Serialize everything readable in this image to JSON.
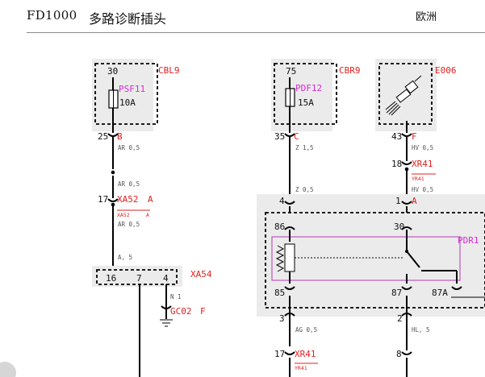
{
  "header": {
    "code": "FD1000",
    "title": "多路诊断插头",
    "region": "欧洲"
  },
  "components": {
    "cbl9": {
      "name": "CBL9",
      "pin_top": "30",
      "fuse": "PSF11",
      "rating": "10A",
      "pin_bottom": "25",
      "pin_bottom_letter": "B"
    },
    "cbr9": {
      "name": "CBR9",
      "pin_top": "75",
      "fuse": "PDF12",
      "rating": "15A",
      "pin_bottom": "35",
      "pin_bottom_letter": "C"
    },
    "e006": {
      "name": "E006",
      "pin_bottom": "43",
      "pin_bottom_letter": "F"
    },
    "xa52": {
      "pin": "17",
      "name": "XA52",
      "letter": "A",
      "sub": "XA52",
      "sub_letter": "A"
    },
    "xa54": {
      "name": "XA54",
      "pins": [
        "16",
        "7",
        "4"
      ]
    },
    "gc02": {
      "name": "GC02",
      "letter": "F"
    },
    "xr41_top": {
      "pin": "18",
      "name": "XR41",
      "sub": "YR41"
    },
    "xr41_bottom": {
      "pin": "17",
      "name": "XR41",
      "sub": "YR41"
    },
    "pdr1": {
      "name": "PDR1",
      "pins": [
        "86",
        "30",
        "85",
        "87",
        "87A"
      ],
      "in_pins": [
        "4",
        "1"
      ],
      "in_letters": [
        "A"
      ],
      "out_pins": [
        "3",
        "2"
      ]
    },
    "bottom_right_pin": "8"
  },
  "wires": {
    "left_1": "AR 0,5",
    "left_2": "AR 0,5",
    "left_3": "AR 0,5",
    "left_4": "A, 5",
    "gc02_wire": "N 1",
    "mid_1": "Z 1,5",
    "mid_2": "Z 0,5",
    "mid_3": "AG 0,5",
    "right_1": "HV 0,5",
    "right_2": "HV 0,5",
    "right_3": "HL, 5"
  }
}
